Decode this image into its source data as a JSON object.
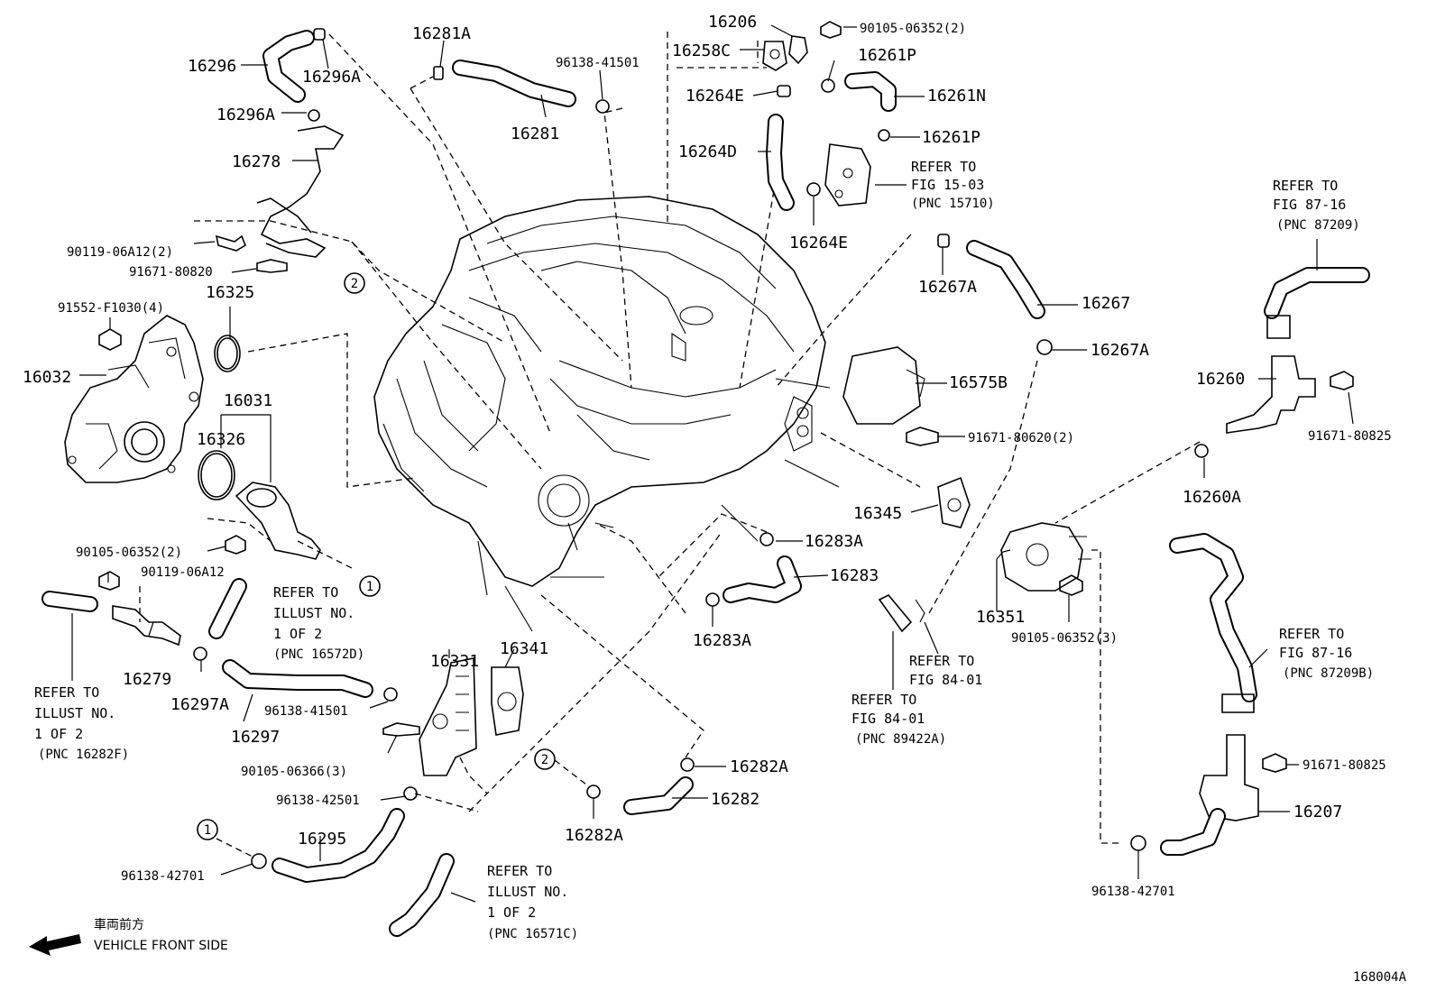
{
  "labels": {
    "l16296": "16296",
    "l16296A_top": "16296A",
    "l16296A": "16296A",
    "l16278": "16278",
    "l90119_2": "90119-06A12(2)",
    "l91671_80820": "91671-80820",
    "l16325": "16325",
    "l91552": "91552-F1030(4)",
    "l16032": "16032",
    "l16031": "16031",
    "l16326": "16326",
    "l90105_2": "90105-06352(2)",
    "l90119_single": "90119-06A12",
    "l16279": "16279",
    "l16297A": "16297A",
    "l16297": "16297",
    "l96138_41501_b": "96138-41501",
    "l16331": "16331",
    "l16341": "16341",
    "l90105_06366": "90105-06366(3)",
    "l96138_42501": "96138-42501",
    "l16295": "16295",
    "l96138_42701_a": "96138-42701",
    "l16281A": "16281A",
    "l16281": "16281",
    "l96138_41501_t": "96138-41501",
    "l16206": "16206",
    "l90105_top": "90105-06352(2)",
    "l16258C": "16258C",
    "l16261P_a": "16261P",
    "l16264E_a": "16264E",
    "l16261N": "16261N",
    "l16261P_b": "16261P",
    "l16264D": "16264D",
    "l16264E_b": "16264E",
    "l16267A_a": "16267A",
    "l16267": "16267",
    "l16267A_b": "16267A",
    "l16575B": "16575B",
    "l91671_80620": "91671-80620(2)",
    "l16345": "16345",
    "l16283A_a": "16283A",
    "l16283": "16283",
    "l16283A_b": "16283A",
    "l16351": "16351",
    "l90105_3": "90105-06352(3)",
    "l16282A_a": "16282A",
    "l16282": "16282",
    "l16282A_b": "16282A",
    "l16260": "16260",
    "l91671_80825_a": "91671-80825",
    "l16260A": "16260A",
    "l91671_80825_b": "91671-80825",
    "l16207": "16207",
    "l96138_42701_b": "96138-42701",
    "callout1": "1",
    "callout2": "2"
  },
  "refs": {
    "r15_03": [
      "REFER TO",
      "FIG 15-03",
      "(PNC 15710)"
    ],
    "r87_16_a": [
      "REFER TO",
      "FIG 87-16",
      "(PNC 87209)"
    ],
    "r87_16_b": [
      "REFER TO",
      "FIG 87-16",
      "(PNC 87209B)"
    ],
    "r84_01_a": [
      "REFER TO",
      "FIG 84-01"
    ],
    "r84_01_b": [
      "REFER TO",
      "FIG 84-01",
      "(PNC 89422A)"
    ],
    "r16572D": [
      "REFER TO",
      "ILLUST NO.",
      "1 OF 2",
      "(PNC 16572D)"
    ],
    "r16282F": [
      "REFER TO",
      "ILLUST NO.",
      "1 OF 2",
      "(PNC 16282F)"
    ],
    "r16571C": [
      "REFER TO",
      "ILLUST NO.",
      "1 OF 2",
      "(PNC 16571C)"
    ]
  },
  "direction": {
    "jp": "車両前方",
    "en": "VEHICLE FRONT SIDE"
  },
  "figure_id": "168004A"
}
